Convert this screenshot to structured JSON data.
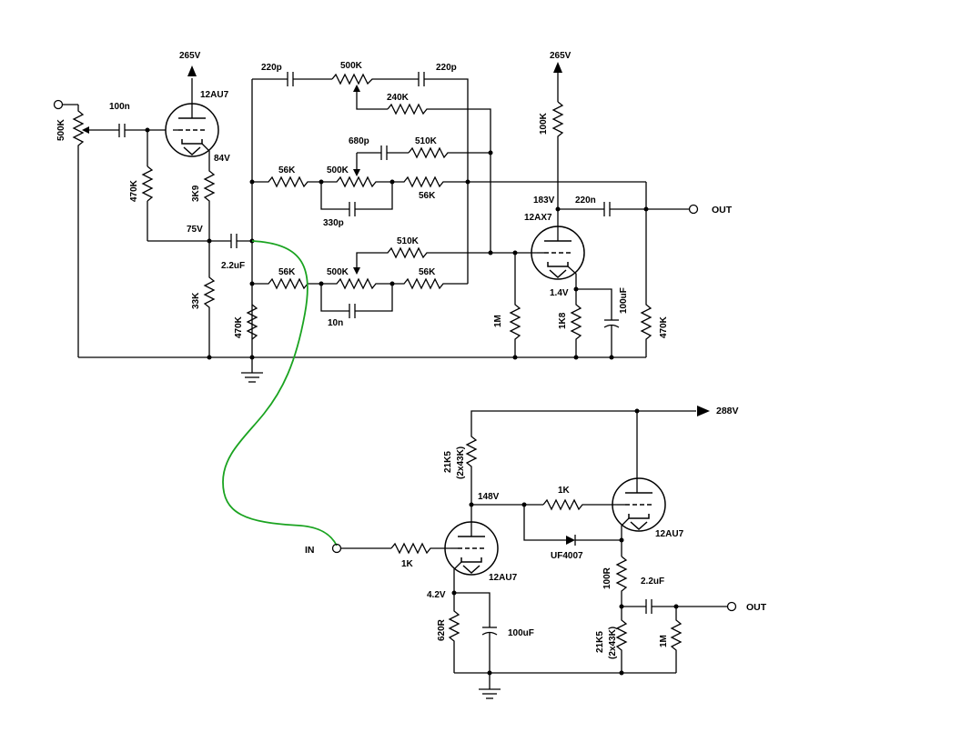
{
  "labels": {
    "v265a": "265V",
    "v265b": "265V",
    "v288": "288V",
    "v84": "84V",
    "v75": "75V",
    "v183": "183V",
    "v14": "1.4V",
    "v148": "148V",
    "v42": "4.2V",
    "t1": "12AU7",
    "t2": "12AX7",
    "t3": "12AU7",
    "t4": "12AU7",
    "c100n": "100n",
    "c220pa": "220p",
    "c220pb": "220p",
    "c680p": "680p",
    "c330p": "330p",
    "c10n": "10n",
    "c22a": "2.2uF",
    "c220n": "220n",
    "c100ua": "100uF",
    "c100ub": "100uF",
    "c22b": "2.2uF",
    "r500ka": "500K",
    "r470ka": "470K",
    "r3k9": "3K9",
    "r33k": "33K",
    "r470kb": "470K",
    "r500kb": "500K",
    "r240k": "240K",
    "r510ka": "510K",
    "r500kc": "500K",
    "r56ka": "56K",
    "r56kb": "56K",
    "r510kb": "510K",
    "r500kd": "500K",
    "r56kc": "56K",
    "r56kd": "56K",
    "r100k": "100K",
    "r1ma": "1M",
    "r1k8": "1K8",
    "r470kc": "470K",
    "r21k5a": "21K5",
    "r21k5a2": "(2x43K)",
    "r1kb": "1K",
    "r1ka": "1K",
    "r620": "620R",
    "r100r": "100R",
    "r21k5b": "21K5",
    "r21k5b2": "(2x43K)",
    "r1mb": "1M",
    "uf": "UF4007",
    "out1": "OUT",
    "out2": "OUT",
    "in": "IN"
  },
  "colors": {
    "wire": "#000000",
    "jumper": "#1aa320"
  }
}
